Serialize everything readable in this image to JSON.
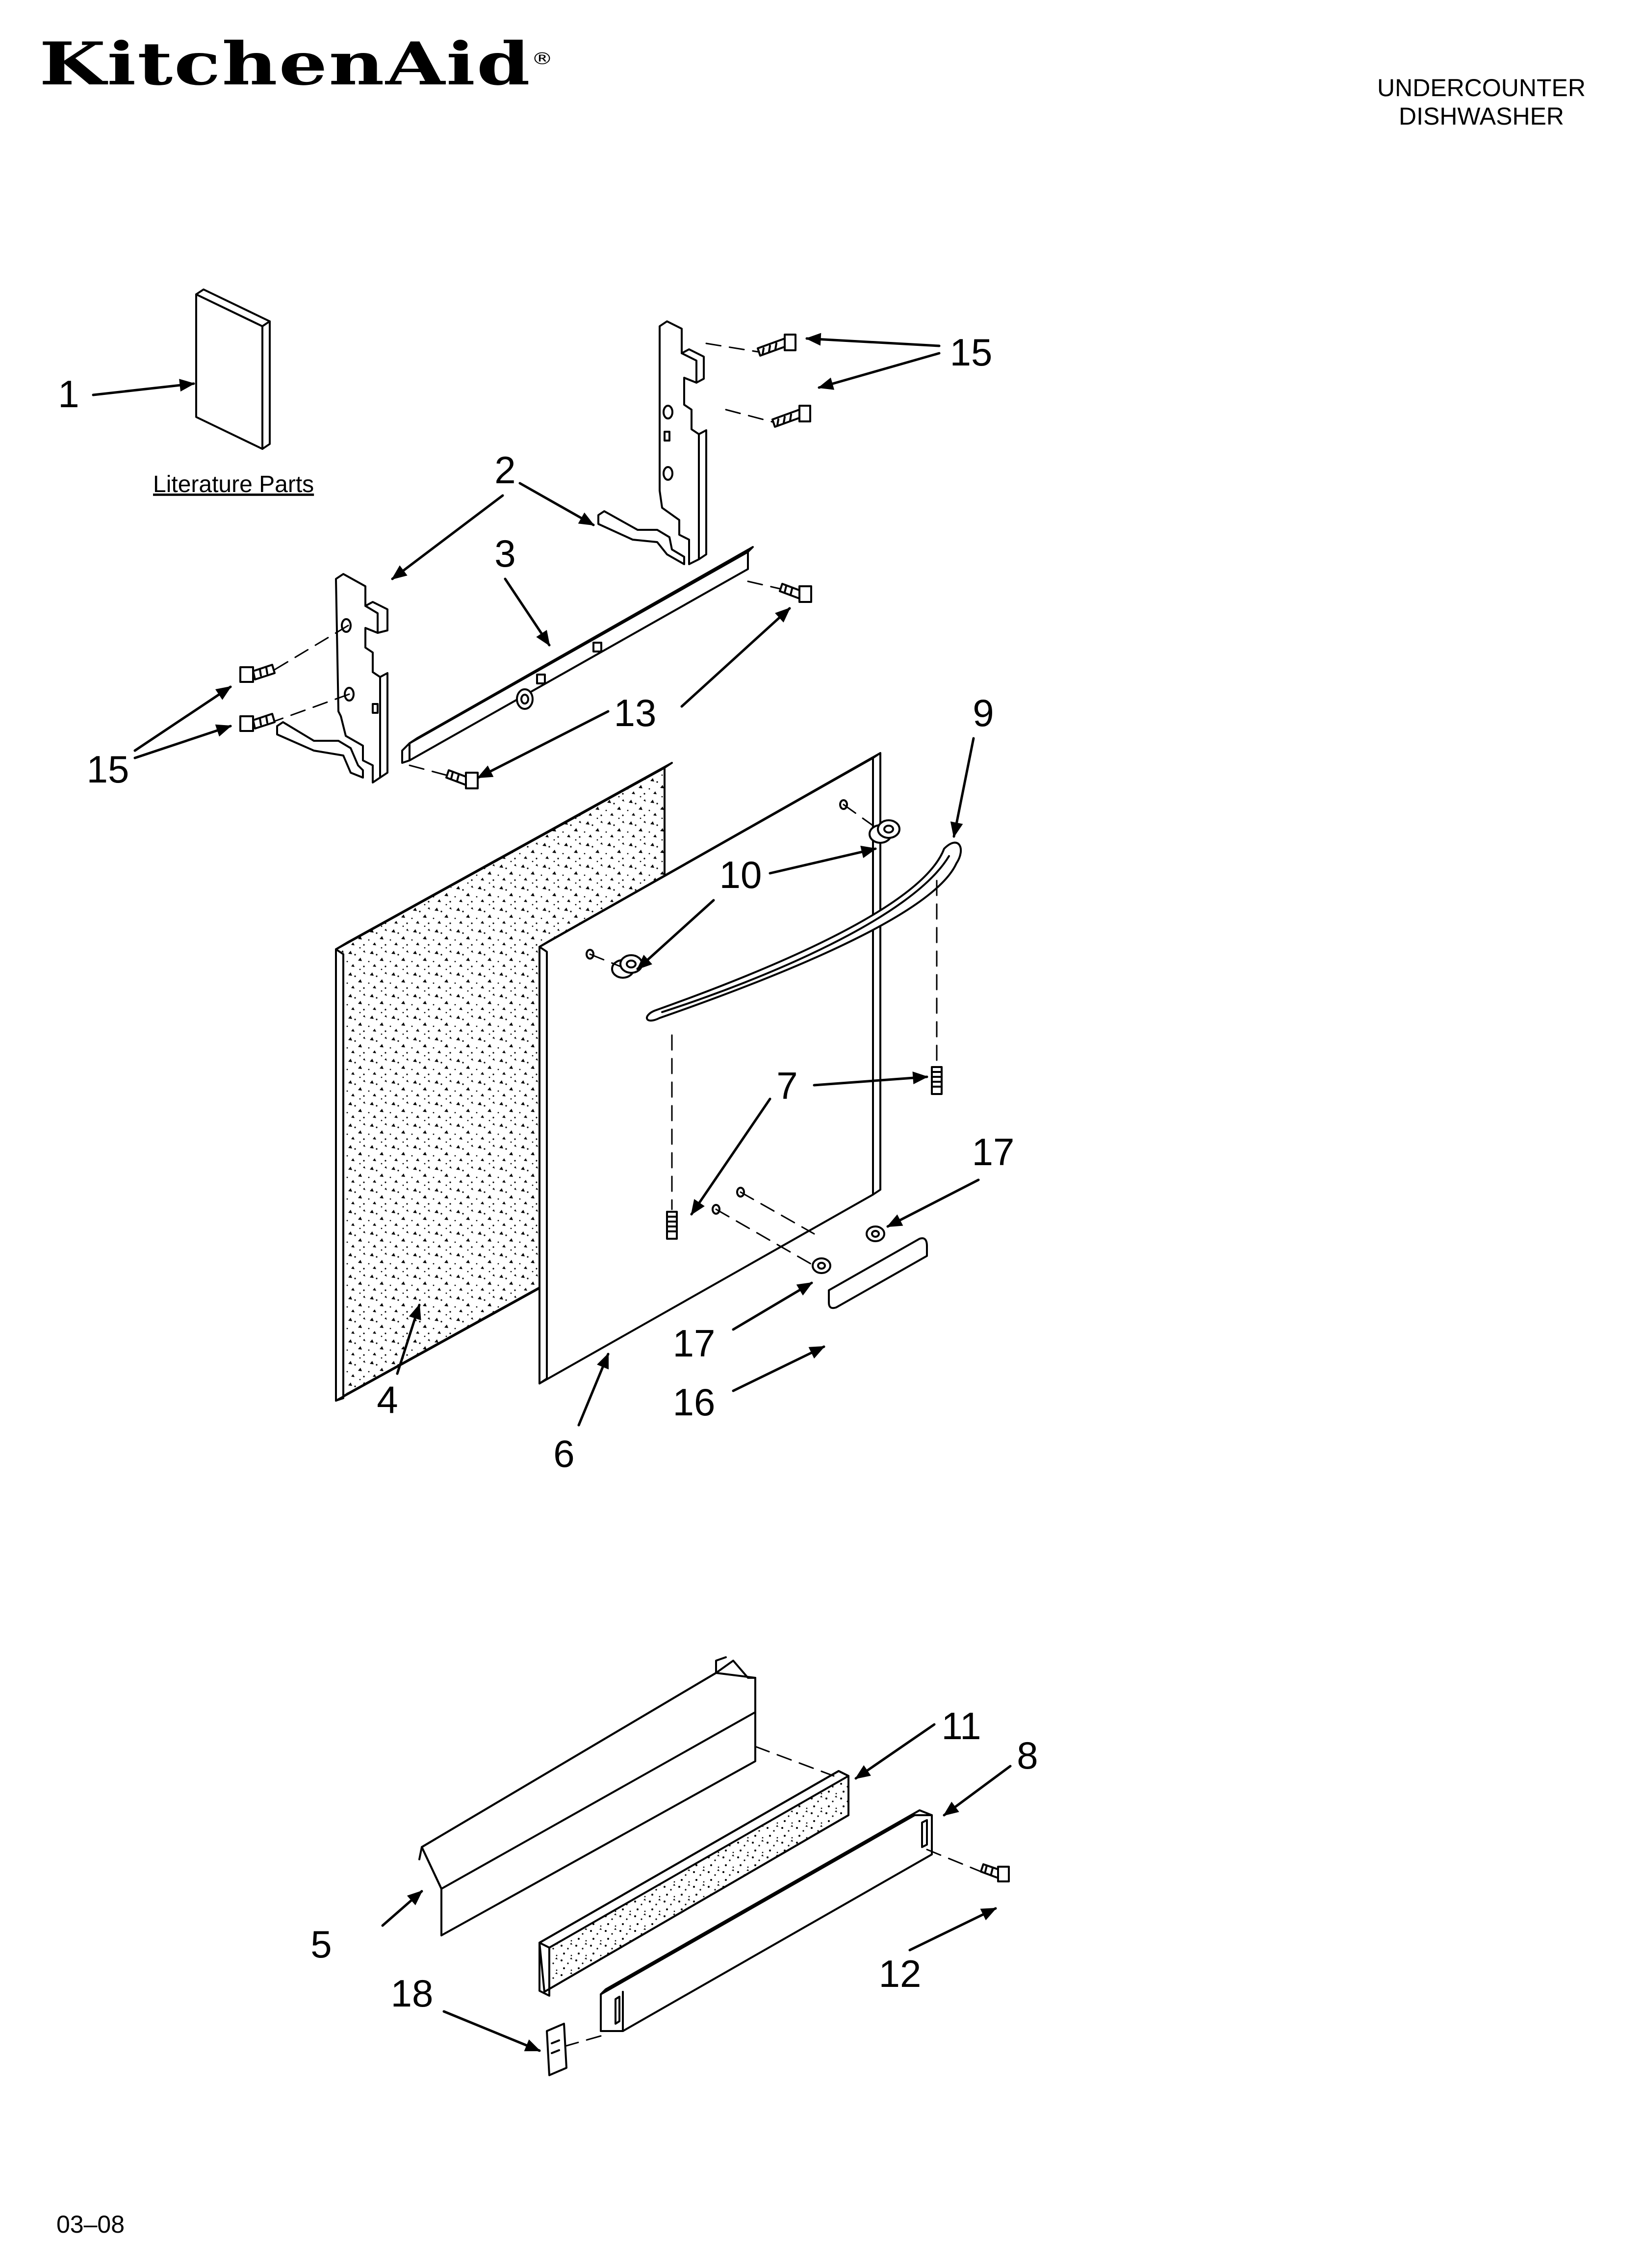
{
  "header": {
    "brand": "KitchenAid",
    "registered": "®",
    "product_line1": "UNDERCOUNTER",
    "product_line2": "DISHWASHER"
  },
  "footer": {
    "date_code": "03–08"
  },
  "diagram": {
    "caption": "Literature Parts",
    "callouts": [
      "1",
      "2",
      "3",
      "4",
      "5",
      "6",
      "7",
      "8",
      "9",
      "10",
      "11",
      "12",
      "13",
      "15",
      "15",
      "16",
      "17",
      "17",
      "18"
    ]
  }
}
